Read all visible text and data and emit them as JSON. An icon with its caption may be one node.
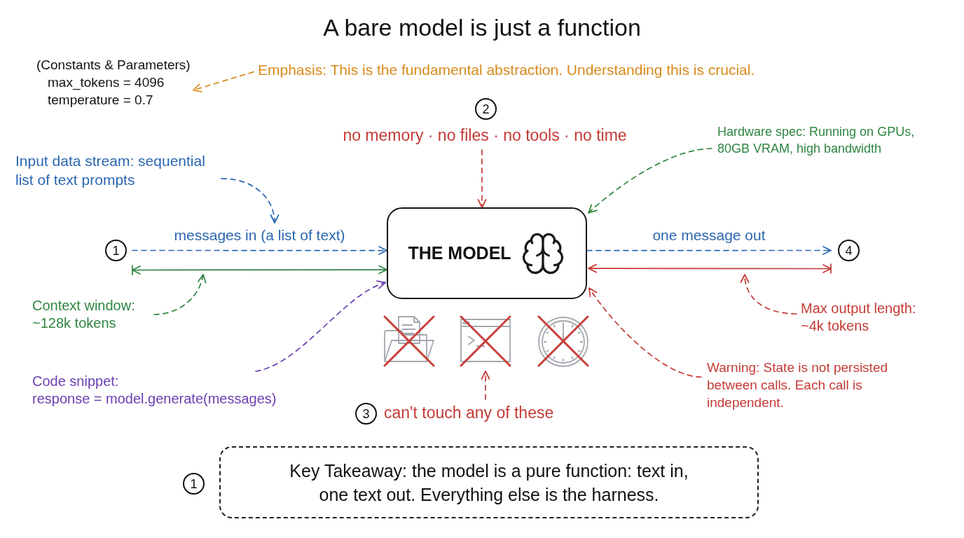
{
  "diagram": {
    "title": "A bare model is just a function",
    "nodes": [
      {
        "text": [
          "(Constants & Parameters)",
          "max_tokens = 4096",
          "temperature = 0.7"
        ]
      },
      {
        "text": [
          "Emphasis: This is the fundamental abstraction. Understanding this is crucial."
        ]
      },
      {
        "text": [
          "2"
        ]
      },
      {
        "text": [
          "no memory · no files · no tools · no time"
        ]
      },
      {
        "text": [
          "Hardware spec: Running on GPUs, 80GB VRAM, high bandwidth"
        ]
      },
      {
        "text": [
          "Input data stream: sequential list of text prompts"
        ]
      },
      {
        "text": [
          "1"
        ]
      },
      {
        "text": [
          "THE MODEL"
        ]
      },
      {
        "text": [
          "4"
        ]
      },
      {
        "text": [
          "Context window: ~128k tokens"
        ]
      },
      {
        "text": [
          "Max output length: ~4k tokens"
        ]
      },
      {
        "text": [],
        "shape": "picture"
      },
      {
        "text": [],
        "shape": "picture"
      },
      {
        "text": [],
        "shape": "picture"
      },
      {
        "text": [
          "Code snippet:",
          "response = model.generate(messages)"
        ]
      },
      {
        "text": [
          "Warning: State is not persisted between calls. Each call is independent."
        ]
      },
      {
        "text": [
          "3"
        ]
      },
      {
        "text": [
          "can't touch any of these"
        ]
      },
      {
        "text": [
          "1"
        ]
      },
      {
        "text": [
          "Key Takeaway: the model is a pure function: text in, one text out. Everything else is the harness."
        ]
      }
    ],
    "edges": [
      {
        "from": 1,
        "to": 0,
        "arrow": "to",
        "style": "dashed",
        "color": "#d98a1c"
      },
      {
        "from": 3,
        "to": 7,
        "arrow": "to",
        "style": "dashed",
        "color": "#c43a35"
      },
      {
        "from": 4,
        "to": 7,
        "arrow": "to",
        "style": "dashed",
        "color": "#2e8540"
      },
      {
        "from": 5,
        "to": null,
        "arrow": "to",
        "style": "dashed",
        "color": "#2a66b0"
      },
      {
        "from": 6,
        "to": 7,
        "arrow": "to",
        "label": "messages in (a list of text)",
        "style": "dashed",
        "color": "#2a66b0"
      },
      {
        "from": 6,
        "to": 7,
        "arrow": "both",
        "color": "#2e8540"
      },
      {
        "from": 7,
        "to": 8,
        "arrow": "to",
        "label": "one message out",
        "style": "dashed",
        "color": "#2a66b0"
      },
      {
        "from": 7,
        "to": 8,
        "arrow": "both",
        "color": "#c43a35"
      },
      {
        "from": 9,
        "to": null,
        "arrow": "to",
        "style": "dashed",
        "color": "#2e8540"
      },
      {
        "from": 10,
        "to": null,
        "arrow": "to",
        "style": "dashed",
        "color": "#c43a35"
      },
      {
        "from": 14,
        "to": 7,
        "arrow": "to",
        "style": "dashed",
        "color": "#6a3fb0"
      },
      {
        "from": 15,
        "to": 7,
        "arrow": "to",
        "style": "dashed",
        "color": "#c43a35"
      },
      {
        "from": 17,
        "to": 12,
        "arrow": "to",
        "style": "dashed",
        "color": "#c43a35"
      }
    ]
  }
}
